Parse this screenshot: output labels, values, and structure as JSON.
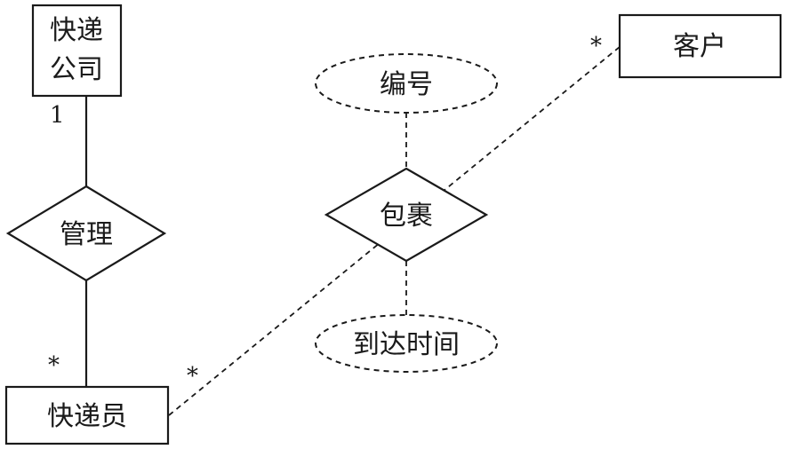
{
  "entities": {
    "company_line1": "快递",
    "company_line2": "公司",
    "courier": "快递员",
    "customer": "客户"
  },
  "relationships": {
    "manage": "管理",
    "package": "包裹"
  },
  "attributes": {
    "number": "编号",
    "arrival_time": "到达时间"
  },
  "multiplicity": {
    "company_manage": "1",
    "manage_courier": "*",
    "courier_package": "*",
    "package_customer": "*"
  }
}
